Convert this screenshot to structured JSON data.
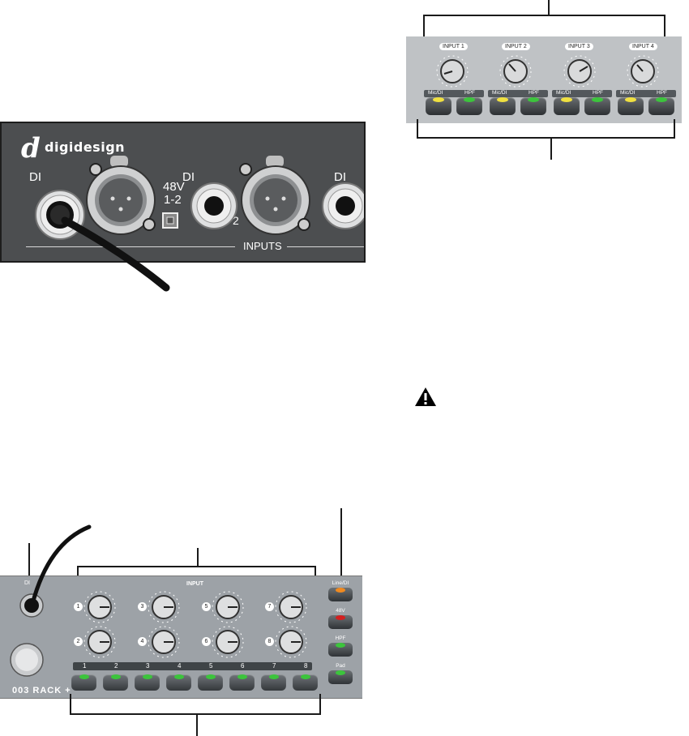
{
  "figure1": {
    "brand": "digidesign",
    "jack_labels": [
      "DI",
      "DI",
      "DI"
    ],
    "phantom_label_line1": "48V",
    "phantom_label_line2": "1-2",
    "channel_number": "2",
    "inputs_label": "INPUTS"
  },
  "figure2": {
    "inputs": [
      {
        "label": "INPUT 1",
        "btn_left": "Mic/DI",
        "btn_right": "HPF"
      },
      {
        "label": "INPUT 2",
        "btn_left": "Mic/DI",
        "btn_right": "HPF"
      },
      {
        "label": "INPUT 3",
        "btn_left": "Mic/DI",
        "btn_right": "HPF"
      },
      {
        "label": "INPUT 4",
        "btn_left": "Mic/DI",
        "btn_right": "HPF"
      }
    ],
    "colors": {
      "mic_di_led": "#f0e040",
      "hpf_led": "#3cc43c"
    }
  },
  "figure3": {
    "di_label": "DI",
    "input_label": "INPUT",
    "knob_numbers": [
      "1",
      "2",
      "3",
      "4",
      "5",
      "6",
      "7",
      "8"
    ],
    "channel_numbers": [
      "1",
      "2",
      "3",
      "4",
      "5",
      "6",
      "7",
      "8"
    ],
    "side_buttons": [
      "Line/DI",
      "48V",
      "HPF",
      "Pad"
    ],
    "side_led_colors": [
      "#f08a20",
      "#d42020",
      "#3cc43c",
      "#3cc43c"
    ],
    "rack_name": "003 RACK +"
  },
  "warning_icon": "warning-triangle-icon"
}
